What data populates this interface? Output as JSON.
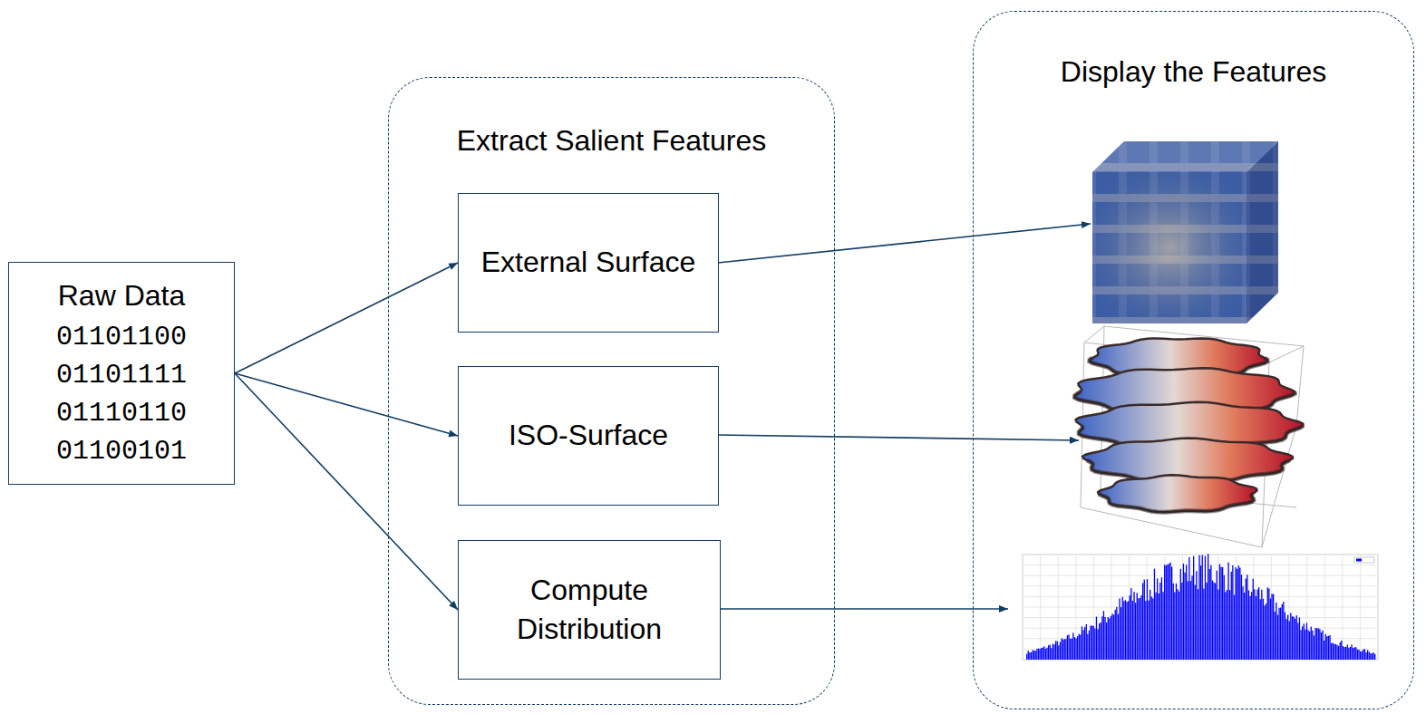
{
  "diagram": {
    "nodes": [
      {
        "text": [
          "Raw Data",
          "01101100 01101111 01110110 01100101"
        ]
      },
      {
        "text": [
          "Extract Salient Features"
        ]
      },
      {
        "text": [
          "External Surface"
        ],
        "in": 1
      },
      {
        "text": [
          "ISO-Surface"
        ],
        "in": 1
      },
      {
        "text": [
          "Compute Distribution"
        ],
        "in": 1
      },
      {
        "text": [
          "Display the Features"
        ]
      }
    ],
    "edges": [
      {
        "from": 0,
        "to": 2,
        "arrow": "to"
      },
      {
        "from": 0,
        "to": 3,
        "arrow": "to"
      },
      {
        "from": 0,
        "to": 4,
        "arrow": "to"
      }
    ]
  }
}
